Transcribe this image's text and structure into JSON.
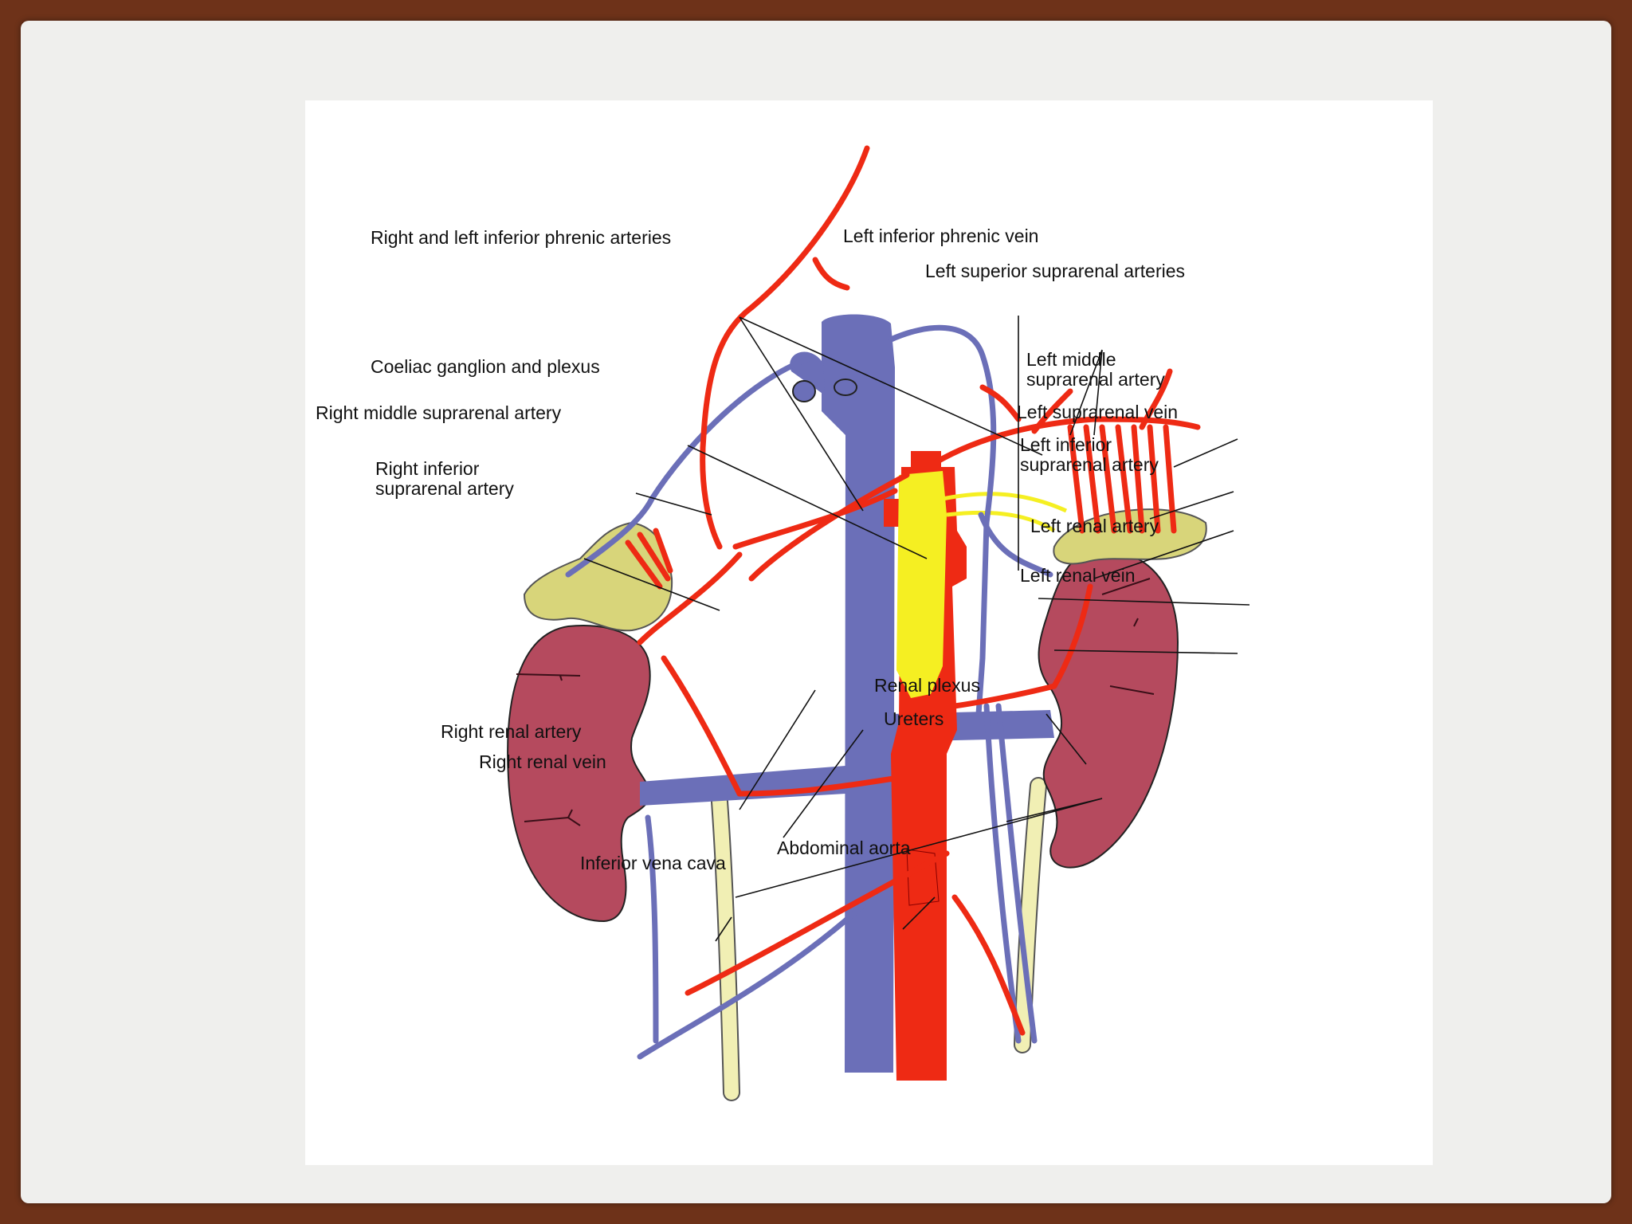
{
  "labels": {
    "phrenic_arteries": "Right and left inferior phrenic arteries",
    "left_phrenic_vein": "Left inferior phrenic vein",
    "left_superior_suprarenal": "Left superior suprarenal arteries",
    "coeliac": "Coeliac ganglion and plexus",
    "left_middle_1": "Left middle",
    "left_middle_2": "suprarenal artery",
    "right_middle": "Right middle suprarenal artery",
    "left_suprarenal_vein": "Left suprarenal vein",
    "right_inferior_1": "Right inferior",
    "right_inferior_2": "suprarenal artery",
    "left_inferior_1": "Left inferior",
    "left_inferior_2": "suprarenal artery",
    "left_renal_artery": "Left renal artery",
    "left_renal_vein": "Left renal vein",
    "renal_plexus": "Renal plexus",
    "ureters": "Ureters",
    "right_renal_artery": "Right renal artery",
    "right_renal_vein": "Right renal vein",
    "abdominal_aorta": "Abdominal aorta",
    "inferior_vena_cava": "Inferior vena cava"
  },
  "colors": {
    "artery": "#ee2a14",
    "vein": "#6b6fb8",
    "kidney": "#b54a5e",
    "gland": "#d8d57a",
    "nerve": "#f5ef22",
    "ureter": "#f1efb4"
  }
}
